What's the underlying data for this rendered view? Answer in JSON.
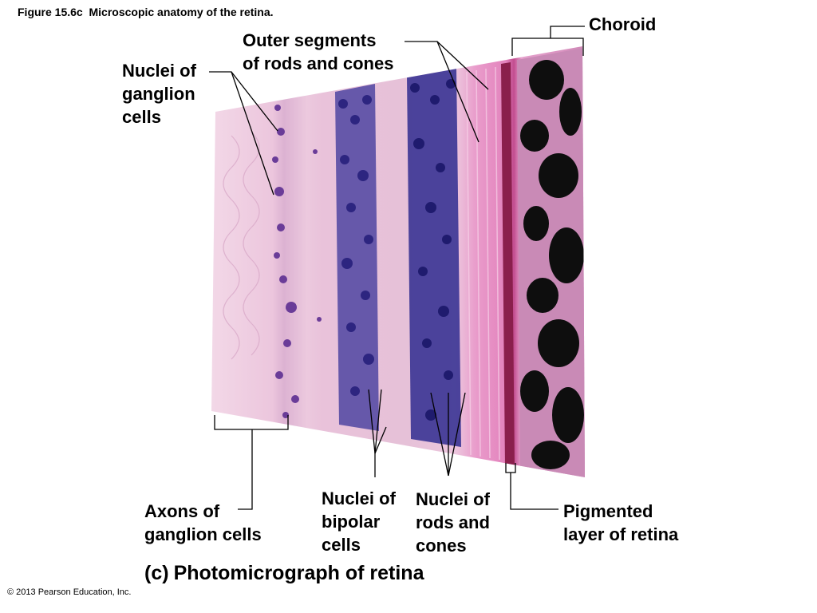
{
  "figure_title": "Figure 15.6c  Microscopic anatomy of the retina.",
  "labels": {
    "choroid": [
      "Choroid"
    ],
    "outer_segments": [
      "Outer segments",
      "of rods and cones"
    ],
    "nuclei_ganglion": [
      "Nuclei of",
      "ganglion",
      "cells"
    ],
    "axons_ganglion": [
      "Axons of",
      "ganglion cells"
    ],
    "nuclei_bipolar": [
      "Nuclei of",
      "bipolar",
      "cells"
    ],
    "nuclei_rods_cones": [
      "Nuclei of",
      "rods and",
      "cones"
    ],
    "pigmented_layer": [
      "Pigmented",
      "layer of retina"
    ]
  },
  "caption": {
    "letter": "(c)",
    "text": "Photomicrograph of retina"
  },
  "copyright": "© 2013 Pearson Education, Inc.",
  "colors": {
    "tissue_pink": "#ecc3dd",
    "nuclei_blue": "#3a2f96",
    "pigment_black": "#101010",
    "photoreceptor_pink": "#e58fc2"
  }
}
